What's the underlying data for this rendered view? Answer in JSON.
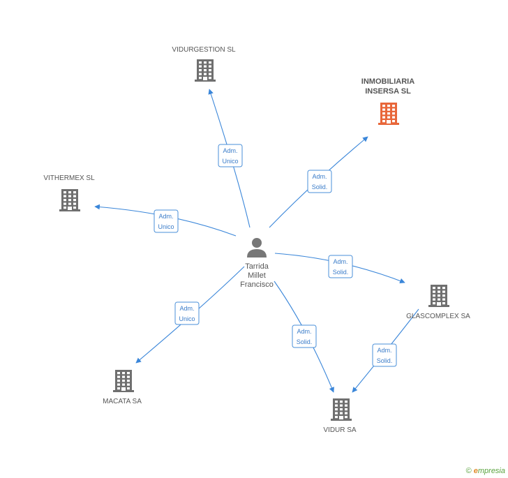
{
  "person": {
    "name_lines": [
      "Tarrida",
      "Millet",
      "Francisco"
    ],
    "icon": "person-icon"
  },
  "companies": [
    {
      "id": "vidurgestion",
      "lines": [
        "VIDURGESTION SL"
      ],
      "highlight": false,
      "icon": "building-icon"
    },
    {
      "id": "inmobiliaria",
      "lines": [
        "INMOBILIARIA",
        "INSERSA SL"
      ],
      "highlight": true,
      "icon": "building-icon"
    },
    {
      "id": "vithermex",
      "lines": [
        "VITHERMEX SL"
      ],
      "highlight": false,
      "icon": "building-icon"
    },
    {
      "id": "glascomplex",
      "lines": [
        "GLASCOMPLEX SA"
      ],
      "highlight": false,
      "icon": "building-icon"
    },
    {
      "id": "macata",
      "lines": [
        "MACATA SA"
      ],
      "highlight": false,
      "icon": "building-icon"
    },
    {
      "id": "vidur",
      "lines": [
        "VIDUR SA"
      ],
      "highlight": false,
      "icon": "building-icon"
    }
  ],
  "edges": [
    {
      "from": "person",
      "to": "vidurgestion",
      "lines": [
        "Adm.",
        "Unico"
      ]
    },
    {
      "from": "person",
      "to": "inmobiliaria",
      "lines": [
        "Adm.",
        "Solid."
      ]
    },
    {
      "from": "person",
      "to": "vithermex",
      "lines": [
        "Adm.",
        "Unico"
      ]
    },
    {
      "from": "person",
      "to": "glascomplex",
      "lines": [
        "Adm.",
        "Solid."
      ]
    },
    {
      "from": "person",
      "to": "macata",
      "lines": [
        "Adm.",
        "Unico"
      ]
    },
    {
      "from": "person",
      "to": "vidur",
      "lines": [
        "Adm.",
        "Solid."
      ]
    },
    {
      "from": "glascomplex",
      "to": "vidur",
      "lines": [
        "Adm.",
        "Solid."
      ]
    }
  ],
  "colors": {
    "edge": "#3a86d9",
    "building": "#6f6f6f",
    "building_highlight": "#e8673a",
    "person": "#777777"
  },
  "footer": {
    "copyright": "©",
    "brand_initial": "e",
    "brand_rest": "mpresia"
  }
}
